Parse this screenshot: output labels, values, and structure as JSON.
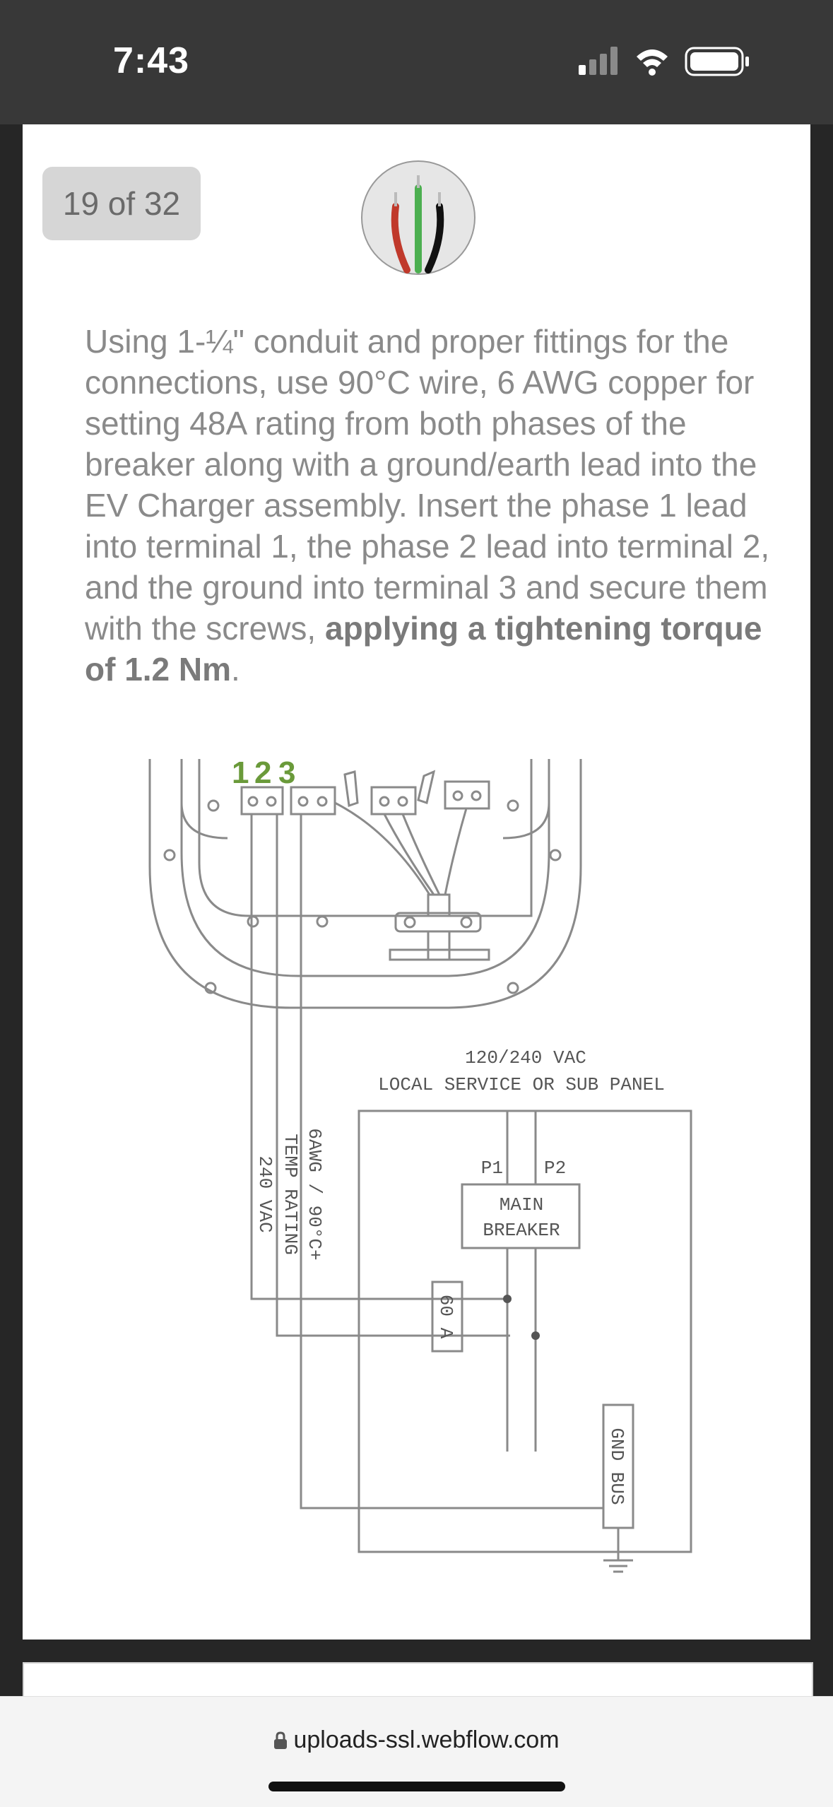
{
  "status_bar": {
    "time": "7:43"
  },
  "page": {
    "counter": "19 of 32",
    "badge_icon": "wires-icon",
    "paragraph_normal": "Using 1-¼\" conduit and proper fittings for the connections, use 90°C wire, 6 AWG copper for setting 48A rating from both phases of the breaker along with a ground/earth lead into the EV Charger assembly. Insert the phase 1 lead into terminal 1, the phase 2 lead into terminal 2, and the ground into terminal 3 and secure them with the screws, ",
    "paragraph_bold": "applying a tightening torque of 1.2 Nm",
    "paragraph_end": "."
  },
  "diagram": {
    "terminal_numbers": [
      "1",
      "2",
      "3"
    ],
    "panel_title_line1": "120/240 VAC",
    "panel_title_line2": "LOCAL SERVICE OR SUB PANEL",
    "wire_label_1": "240 VAC",
    "wire_label_2": "TEMP RATING",
    "wire_label_3": "6AWG / 90°C+",
    "phase_1": "P1",
    "phase_2": "P2",
    "main_breaker_line1": "MAIN",
    "main_breaker_line2": "BREAKER",
    "breaker_rating": "60 A",
    "ground_bus": "GND BUS"
  },
  "browser": {
    "url": "uploads-ssl.webflow.com"
  },
  "colors": {
    "terminal_green": "#6a9a3a",
    "wire_red": "#c0392b",
    "wire_green": "#4caf50",
    "wire_black": "#111111"
  }
}
